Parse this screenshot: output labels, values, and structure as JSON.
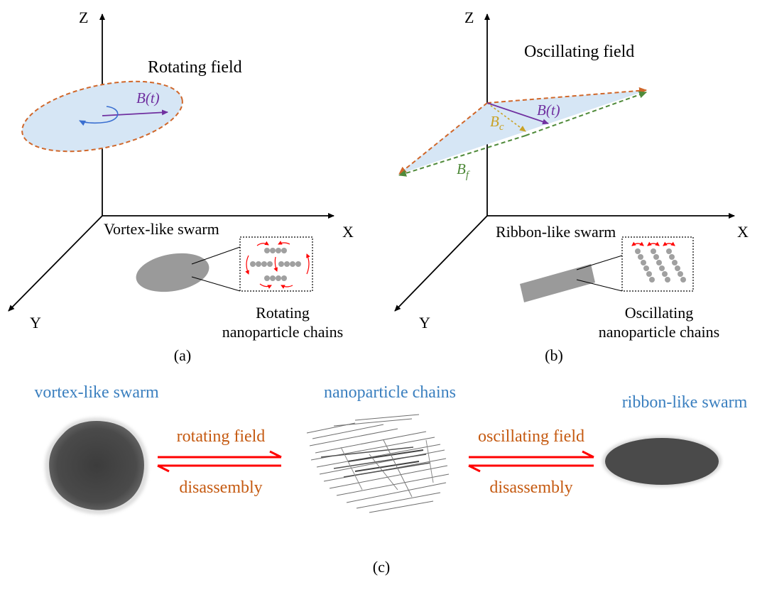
{
  "panel_a": {
    "axis_z": "Z",
    "axis_x": "X",
    "axis_y": "Y",
    "field_title": "Rotating field",
    "vector_label": "B(t)",
    "swarm_label": "Vortex-like swarm",
    "chains_label_line1": "Rotating",
    "chains_label_line2": "nanoparticle chains",
    "caption": "(a)"
  },
  "panel_b": {
    "axis_z": "Z",
    "axis_x": "X",
    "axis_y": "Y",
    "field_title": "Oscillating field",
    "vector_label": "B(t)",
    "bc_main": "B",
    "bc_sub": "c",
    "bf_main": "B",
    "bf_sub": "f",
    "swarm_label": "Ribbon-like swarm",
    "chains_label_line1": "Oscillating",
    "chains_label_line2": "nanoparticle chains",
    "caption": "(b)"
  },
  "panel_c": {
    "left_title": "vortex-like swarm",
    "middle_title": "nanoparticle chains",
    "right_title": "ribbon-like swarm",
    "left_arrow_top": "rotating field",
    "left_arrow_bottom": "disassembly",
    "right_arrow_top": "oscillating field",
    "right_arrow_bottom": "disassembly",
    "caption": "(c)"
  },
  "colors": {
    "blue_title": "#3a7fbf",
    "orange_text": "#c55a11",
    "purple_vector": "#7030a0",
    "field_fill": "#d6e6f5",
    "dashed_orange": "#d0672a",
    "dashed_green": "#4f8a3a",
    "bc_gold": "#c9a227",
    "arrow_red": "#ff0000",
    "swarm_gray": "#9a9a9a",
    "particle_gray": "#a0a0a0",
    "blob_dark": "#4a4a4a"
  }
}
